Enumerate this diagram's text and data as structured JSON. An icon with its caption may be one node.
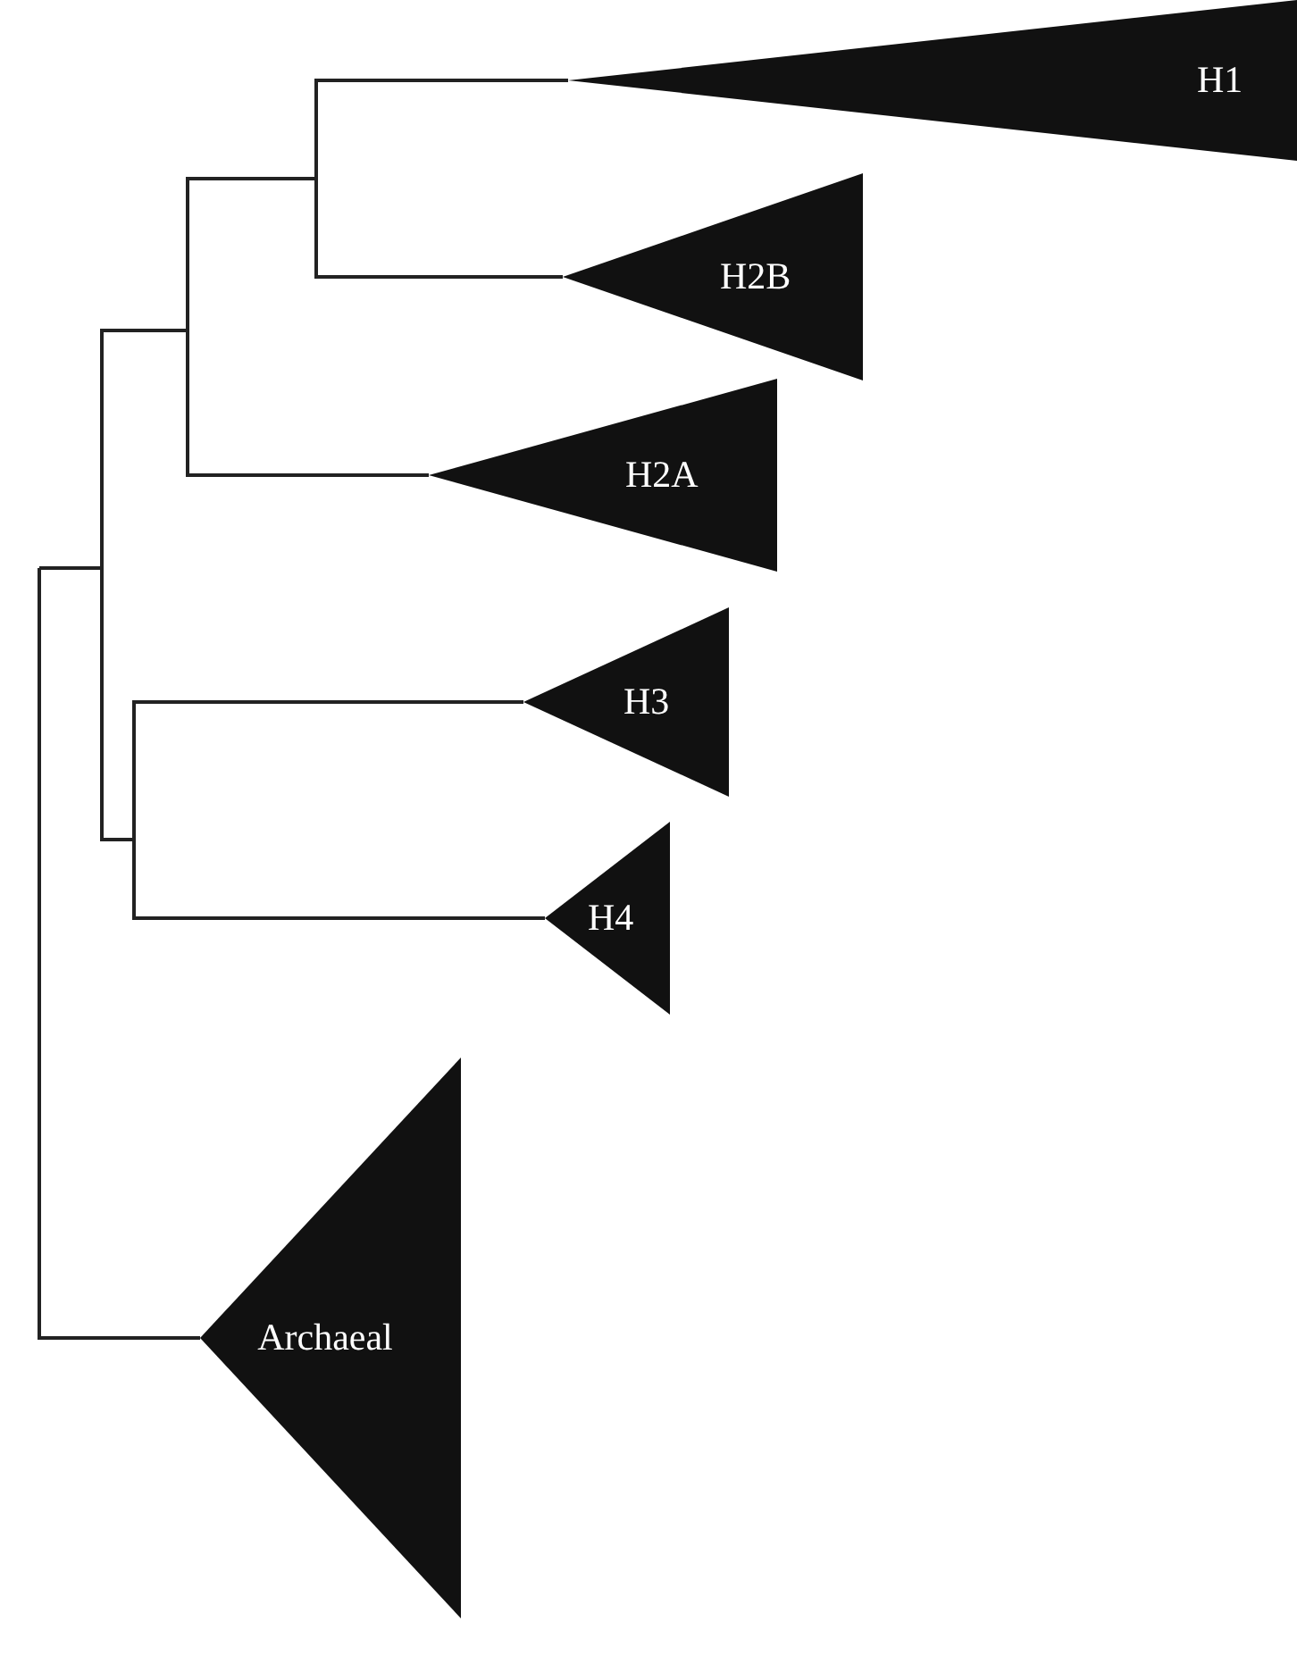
{
  "diagram": {
    "nodes": [
      {
        "text": [
          "H1"
        ]
      },
      {
        "text": [
          "H2B"
        ]
      },
      {
        "text": [
          "H2A"
        ]
      },
      {
        "text": [
          "H3"
        ]
      },
      {
        "text": [
          "H4"
        ]
      },
      {
        "text": [
          "Archaeal"
        ]
      }
    ],
    "edges": [
      {
        "from": null,
        "to": 0,
        "arrow": "none"
      },
      {
        "from": null,
        "to": 1,
        "arrow": "none"
      },
      {
        "from": null,
        "to": 2,
        "arrow": "none"
      },
      {
        "from": null,
        "to": 3,
        "arrow": "none"
      },
      {
        "from": null,
        "to": 4,
        "arrow": "none"
      },
      {
        "from": null,
        "to": 5,
        "arrow": "none"
      }
    ]
  }
}
